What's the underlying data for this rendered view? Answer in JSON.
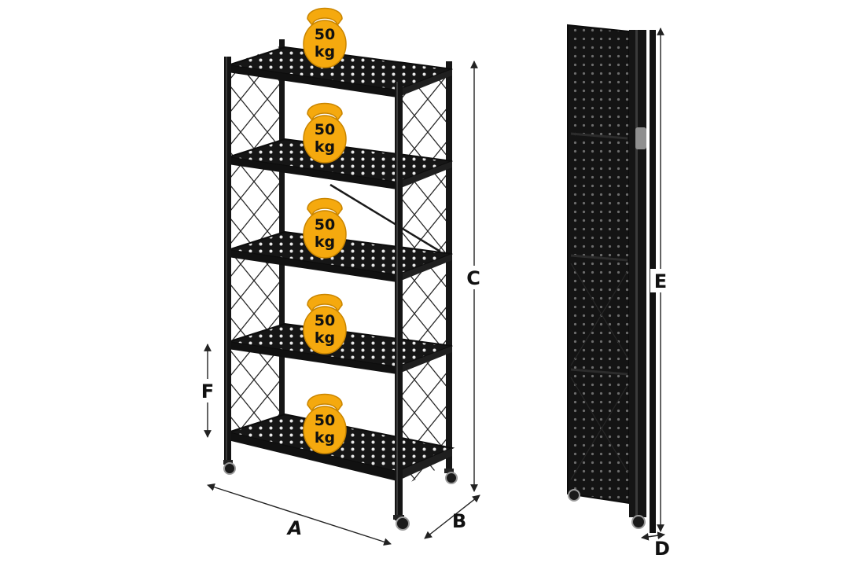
{
  "image": {
    "subject": "Foldable 5-tier black metal storage shelf on wheels, shown open and folded, with dimension markers"
  },
  "colors": {
    "metal": "#161616",
    "metal_highlight": "#3a3a3a",
    "kettlebell": "#f5a90e",
    "kettlebell_shadow": "#c98500",
    "dimension_line": "#222222",
    "background": "#ffffff"
  },
  "load_badges": [
    {
      "weight": "50",
      "unit": "kg",
      "icon": "kettlebell-icon"
    },
    {
      "weight": "50",
      "unit": "kg",
      "icon": "kettlebell-icon"
    },
    {
      "weight": "50",
      "unit": "kg",
      "icon": "kettlebell-icon"
    },
    {
      "weight": "50",
      "unit": "kg",
      "icon": "kettlebell-icon"
    },
    {
      "weight": "50",
      "unit": "kg",
      "icon": "kettlebell-icon"
    }
  ],
  "dimensions": {
    "width": "A",
    "depth": "B",
    "height": "C",
    "folded_depth": "D",
    "folded_height": "E",
    "shelf_gap": "F"
  }
}
